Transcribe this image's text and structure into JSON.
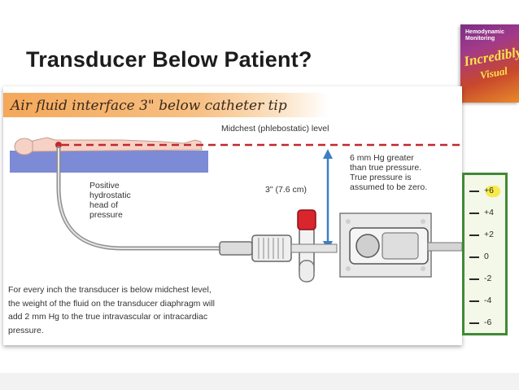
{
  "title": "Transducer Below Patient?",
  "book_cover": {
    "line1": "Hemodynamic",
    "line2": "Monitoring",
    "line3": "Incredibly",
    "line4": "Visual"
  },
  "banner": "Air fluid interface 3\" below catheter tip",
  "labels": {
    "midchest": "Midchest (phlebostatic) level",
    "positive": [
      "Positive",
      "hydrostatic",
      "head of",
      "pressure"
    ],
    "distance": "3\" (7.6 cm)",
    "greater": [
      "6 mm Hg greater",
      "than true pressure.",
      "True pressure is",
      "assumed to be zero."
    ],
    "explanation": [
      "For every inch the transducer is below midchest level,",
      "the weight of the fluid on the transducer diaphragm will",
      "add 2 mm Hg to the true intravascular or intracardiac",
      "pressure."
    ]
  },
  "scale": {
    "ticks": [
      "+6",
      "+4",
      "+2",
      "0",
      "-2",
      "-4",
      "-6"
    ],
    "highlighted": "+6"
  },
  "colors": {
    "banner": "#f4a85a",
    "scale_border": "#3f8a36",
    "highlight": "#f7ea4a",
    "midchest_line": "#c0282e",
    "arrow": "#3d7fc4"
  }
}
